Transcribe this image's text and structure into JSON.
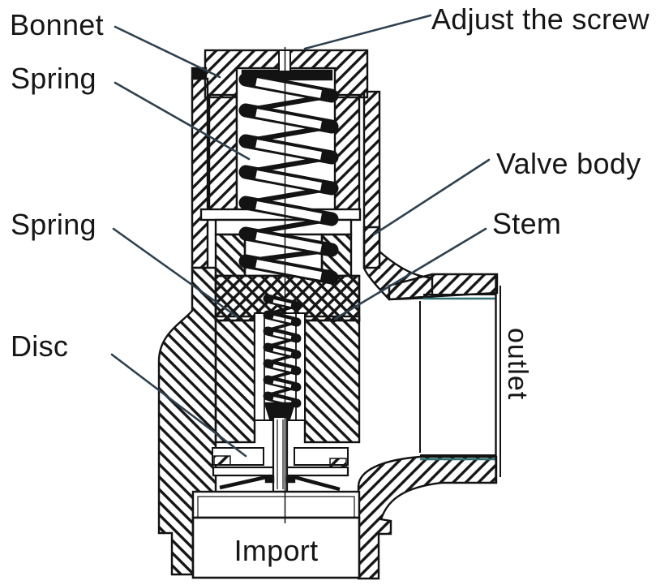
{
  "labels": {
    "bonnet": "Bonnet",
    "spring_upper": "Spring",
    "spring_lower": "Spring",
    "disc": "Disc",
    "adjust_screw": "Adjust the screw",
    "valve_body": "Valve body",
    "stem": "Stem",
    "outlet": "outlet",
    "import": "Import"
  },
  "colors": {
    "ink": "#131313",
    "leader_line": "#2e4150",
    "outlet_seal_teal": "#2e6f6f",
    "background": "#ffffff"
  }
}
